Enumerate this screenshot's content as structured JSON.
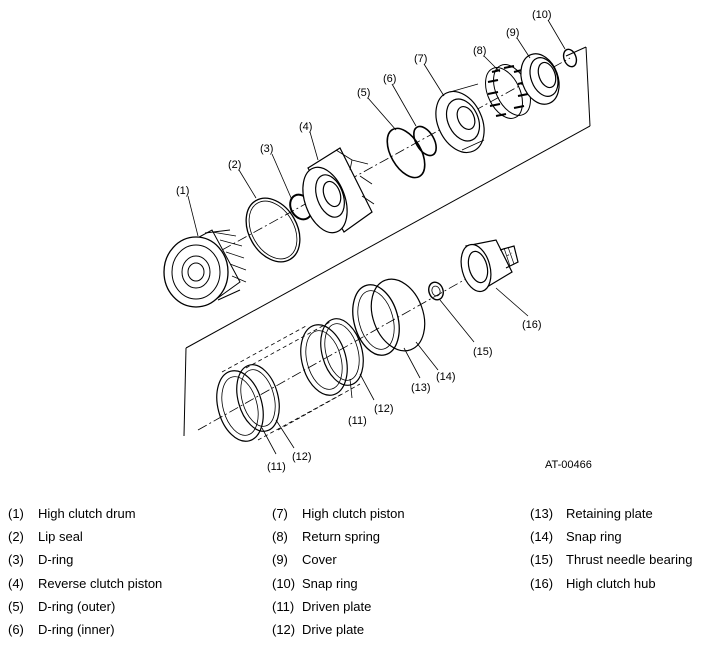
{
  "figure_code": "AT-00466",
  "callouts": [
    "(1)",
    "(2)",
    "(3)",
    "(4)",
    "(5)",
    "(6)",
    "(7)",
    "(8)",
    "(9)",
    "(10)",
    "(11)",
    "(12)",
    "(13)",
    "(14)",
    "(15)",
    "(16)"
  ],
  "legend": {
    "col1": [
      {
        "num": "(1)",
        "label": "High clutch drum"
      },
      {
        "num": "(2)",
        "label": "Lip seal"
      },
      {
        "num": "(3)",
        "label": "D-ring"
      },
      {
        "num": "(4)",
        "label": "Reverse clutch piston"
      },
      {
        "num": "(5)",
        "label": "D-ring (outer)"
      },
      {
        "num": "(6)",
        "label": "D-ring (inner)"
      }
    ],
    "col2": [
      {
        "num": "(7)",
        "label": "High clutch piston"
      },
      {
        "num": "(8)",
        "label": "Return spring"
      },
      {
        "num": "(9)",
        "label": "Cover"
      },
      {
        "num": "(10)",
        "label": "Snap ring"
      },
      {
        "num": "(11)",
        "label": "Driven plate"
      },
      {
        "num": "(12)",
        "label": "Drive plate"
      }
    ],
    "col3": [
      {
        "num": "(13)",
        "label": "Retaining plate"
      },
      {
        "num": "(14)",
        "label": "Snap ring"
      },
      {
        "num": "(15)",
        "label": "Thrust needle bearing"
      },
      {
        "num": "(16)",
        "label": "High clutch hub"
      }
    ]
  }
}
